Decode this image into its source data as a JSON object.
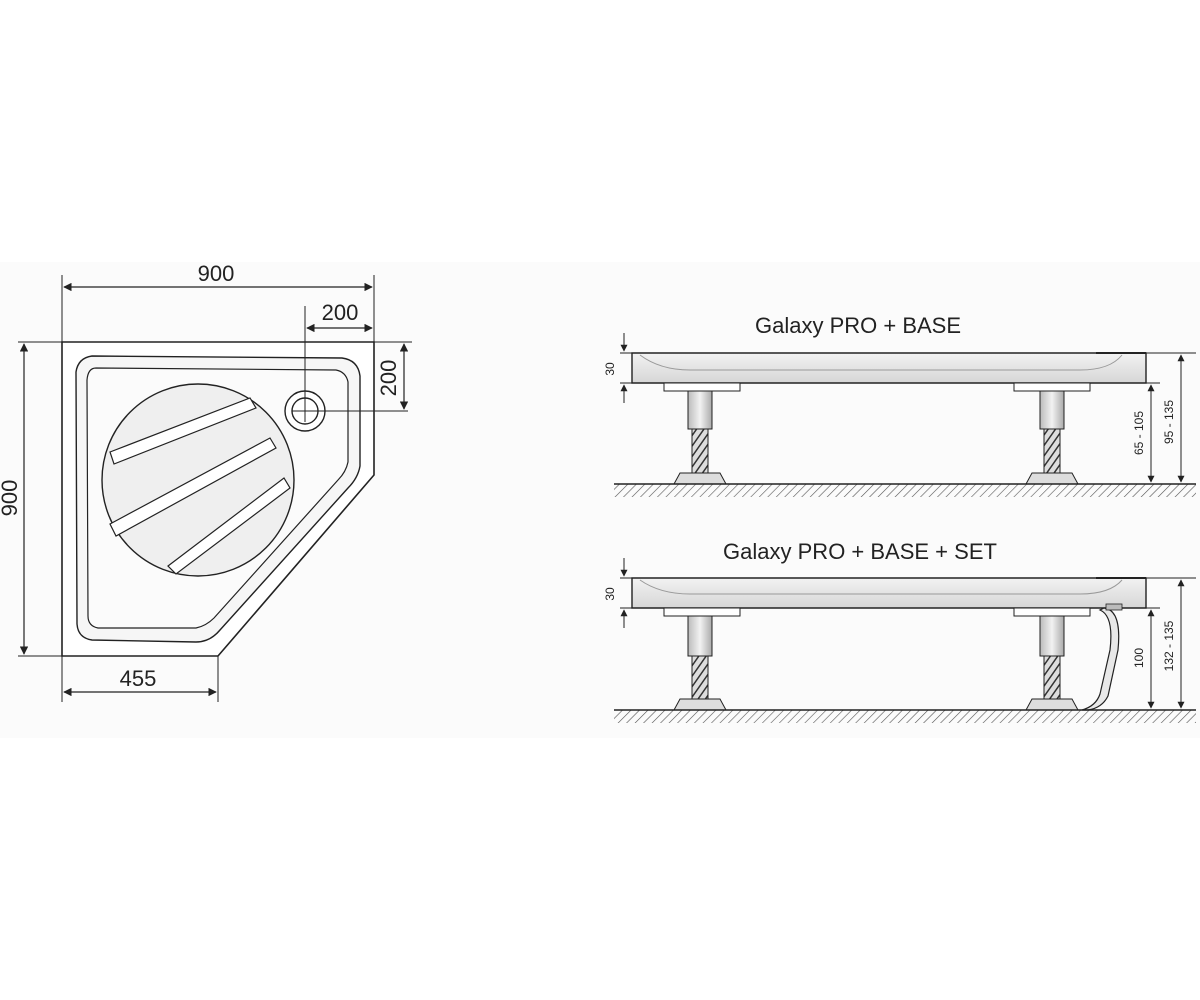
{
  "plan_view": {
    "width_label": "900",
    "height_label": "900",
    "drain_offset_x_label": "200",
    "drain_offset_y_label": "200",
    "angled_edge_label": "455"
  },
  "side_view_base": {
    "title": "Galaxy PRO + BASE",
    "tray_thickness_label": "30",
    "leg_range_label": "65 - 105",
    "total_height_label": "95 - 135"
  },
  "side_view_base_set": {
    "title": "Galaxy PRO + BASE + SET",
    "tray_thickness_label": "30",
    "panel_height_label": "100",
    "total_height_label": "132 - 135"
  },
  "colors": {
    "line": "#222222",
    "tray_fill": "#e4e4e4",
    "panel_band": "#f4f4f4"
  }
}
